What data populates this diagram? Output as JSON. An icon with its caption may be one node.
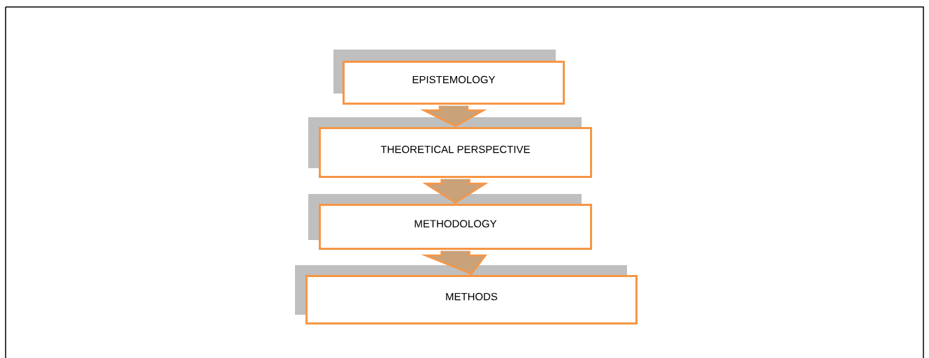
{
  "diagram": {
    "nodes": [
      {
        "text": [
          "EPISTEMOLOGY"
        ]
      },
      {
        "text": [
          "THEORETICAL PERSPECTIVE"
        ]
      },
      {
        "text": [
          "METHODOLOGY"
        ]
      },
      {
        "text": [
          "METHODS"
        ]
      }
    ],
    "edges": [
      {
        "from": 0,
        "to": 1,
        "arrow": "to"
      },
      {
        "from": 1,
        "to": 2,
        "arrow": "to"
      },
      {
        "from": 2,
        "to": 3,
        "arrow": "to"
      }
    ]
  }
}
